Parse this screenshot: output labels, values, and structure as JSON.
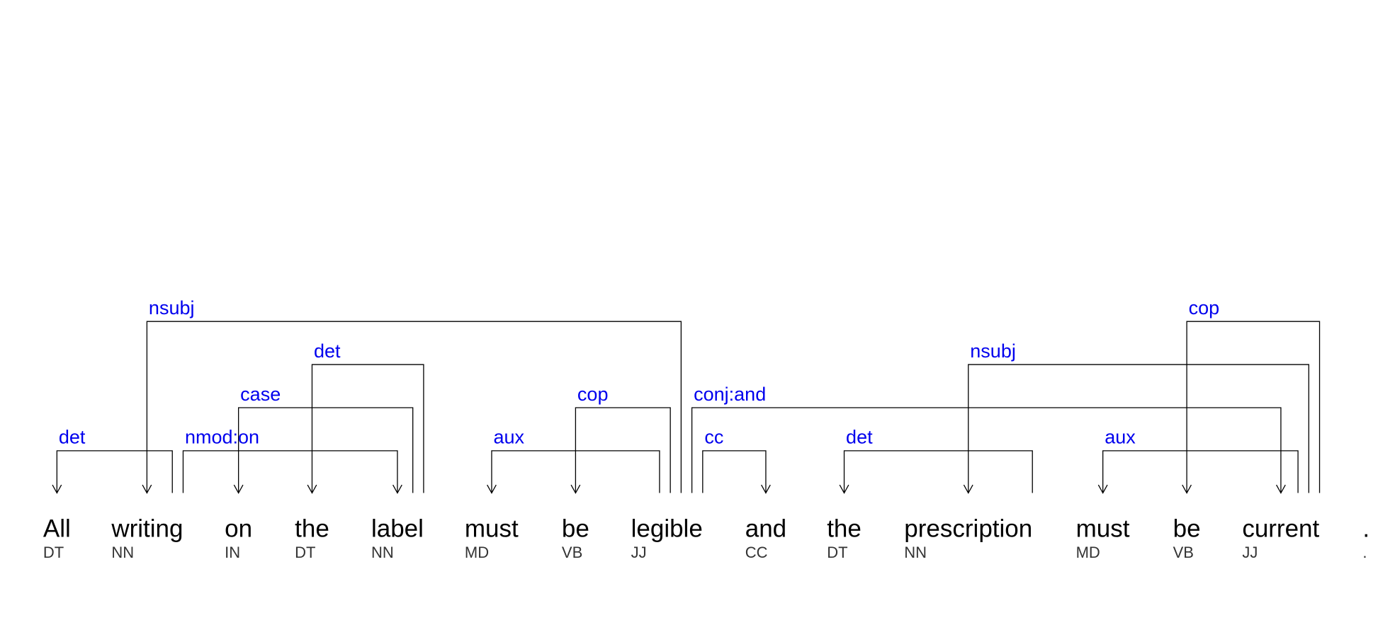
{
  "colors": {
    "relation": "#0000ee",
    "token": "#000000",
    "tag": "#333333"
  },
  "tokens": [
    {
      "word": "All",
      "tag": "DT"
    },
    {
      "word": "writing",
      "tag": "NN"
    },
    {
      "word": "on",
      "tag": "IN"
    },
    {
      "word": "the",
      "tag": "DT"
    },
    {
      "word": "label",
      "tag": "NN"
    },
    {
      "word": "must",
      "tag": "MD"
    },
    {
      "word": "be",
      "tag": "VB"
    },
    {
      "word": "legible",
      "tag": "JJ"
    },
    {
      "word": "and",
      "tag": "CC"
    },
    {
      "word": "the",
      "tag": "DT"
    },
    {
      "word": "prescription",
      "tag": "NN"
    },
    {
      "word": "must",
      "tag": "MD"
    },
    {
      "word": "be",
      "tag": "VB"
    },
    {
      "word": "current",
      "tag": "JJ"
    },
    {
      "word": ".",
      "tag": "."
    }
  ],
  "arcs": [
    {
      "head": 1,
      "dep": 0,
      "label": "det"
    },
    {
      "head": 1,
      "dep": 4,
      "label": "nmod:on"
    },
    {
      "head": 4,
      "dep": 2,
      "label": "case"
    },
    {
      "head": 4,
      "dep": 3,
      "label": "det"
    },
    {
      "head": 7,
      "dep": 1,
      "label": "nsubj"
    },
    {
      "head": 7,
      "dep": 5,
      "label": "aux"
    },
    {
      "head": 7,
      "dep": 6,
      "label": "cop"
    },
    {
      "head": 7,
      "dep": 8,
      "label": "cc"
    },
    {
      "head": 7,
      "dep": 13,
      "label": "conj:and"
    },
    {
      "head": 10,
      "dep": 9,
      "label": "det"
    },
    {
      "head": 13,
      "dep": 10,
      "label": "nsubj"
    },
    {
      "head": 13,
      "dep": 11,
      "label": "aux"
    },
    {
      "head": 13,
      "dep": 12,
      "label": "cop"
    }
  ]
}
